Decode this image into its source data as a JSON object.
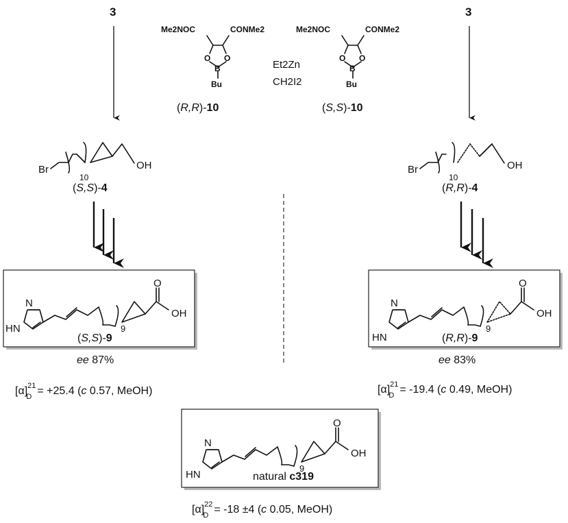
{
  "compound_3_left": "3",
  "compound_3_right": "3",
  "reagents": {
    "et2zn": "Et2Zn",
    "ch2i2": "CH2I2",
    "ligand_rr": {
      "ester_left": "Me2NOC",
      "ester_right": "CONMe2",
      "o_left": "O",
      "o_right": "O",
      "boron": "B",
      "butyl": "Bu",
      "config": "R,R",
      "number": "10"
    },
    "ligand_ss": {
      "ester_left": "Me2NOC",
      "ester_right": "CONMe2",
      "o_left": "O",
      "o_right": "O",
      "boron": "B",
      "butyl": "Bu",
      "config": "S,S",
      "number": "10"
    }
  },
  "intermediate_left": {
    "br": "Br",
    "oh": "OH",
    "repeat": "10",
    "config": "S,S",
    "number": "4"
  },
  "intermediate_right": {
    "br": "Br",
    "oh": "OH",
    "repeat": "10",
    "config": "R,R",
    "number": "4"
  },
  "product_left": {
    "n": "N",
    "hn": "HN",
    "o": "O",
    "oh": "OH",
    "repeat": "9",
    "config": "S,S",
    "number": "9",
    "ee_label": "ee",
    "ee_value": "87%",
    "rotation": {
      "symbol": "[α]",
      "sub": "D",
      "sup": "21",
      "value": "= +25.4 (",
      "c": "c",
      "conditions": "0.57, MeOH)"
    }
  },
  "product_right": {
    "n": "N",
    "hn": "HN",
    "o": "O",
    "oh": "OH",
    "repeat": "9",
    "config": "R,R",
    "number": "9",
    "ee_label": "ee",
    "ee_value": "83%",
    "rotation": {
      "symbol": "[α]",
      "sub": "D",
      "sup": "21",
      "value": "= -19.4 (",
      "c": "c",
      "conditions": "0.49, MeOH)"
    }
  },
  "natural": {
    "n": "N",
    "hn": "HN",
    "o": "O",
    "oh": "OH",
    "repeat": "9",
    "label": "natural",
    "code": "c319",
    "rotation": {
      "symbol": "[α]",
      "sub": "D",
      "sup": "22",
      "value": "= -18 ±4 (",
      "c": "c",
      "conditions": "0.05, MeOH)"
    }
  }
}
